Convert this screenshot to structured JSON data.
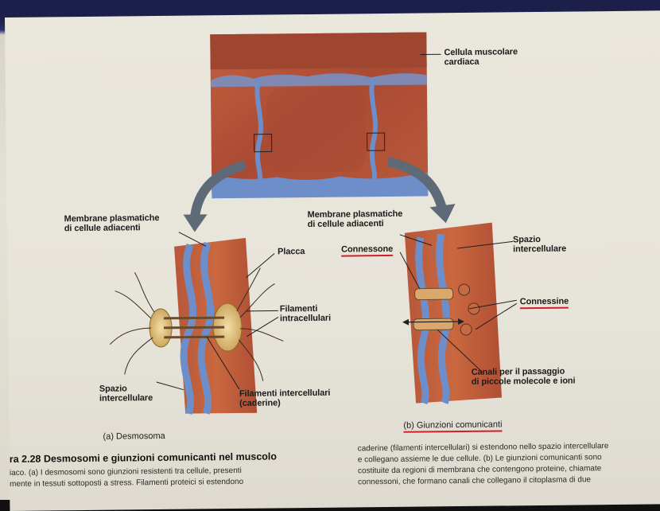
{
  "labels": {
    "cell": "Cellula muscolare\ncardiaca",
    "membranes_left": "Membrane plasmatiche\ndi cellule adiacenti",
    "membranes_right": "Membrane plasmatiche\ndi cellule adiacenti",
    "placca": "Placca",
    "filamenti_intra": "Filamenti\nintracellulari",
    "spazio_left": "Spazio\nintercellulare",
    "filamenti_inter": "Filamenti intercellulari\n(caderine)",
    "connessone": "Connessone",
    "spazio_right": "Spazio\nintercellulare",
    "connessine": "Connessine",
    "canali": "Canali per il passaggio\ndi piccole molecole e ioni"
  },
  "subcaptions": {
    "a": "(a) Desmosoma",
    "b": "(b) Giunzioni comunicanti"
  },
  "caption": {
    "title": "ra 2.28  Desmosomi e giunzioni comunicanti nel muscolo",
    "left_line1": "iaco. (a) I desmosomi sono giunzioni resistenti tra cellule, presenti",
    "left_line2": "mente in tessuti sottoposti a stress. Filamenti proteici si estendono",
    "right_line1": "caderine (filamenti intercellulari) si estendono nello spazio intercellulare",
    "right_line2": "e collegano assieme le due cellule. (b) Le giunzioni comunicanti sono",
    "right_line3": "costituite da regioni di membrana che contengono proteine, chiamate",
    "right_line4": "connessoni, che formano canali che collegano il citoplasma di due"
  },
  "colors": {
    "muscle": "#b8573a",
    "membrane": "#6d8ec9",
    "annotation_red": "#d2202a",
    "arrow": "#5e6a78",
    "plaque": "#e9c98a"
  }
}
